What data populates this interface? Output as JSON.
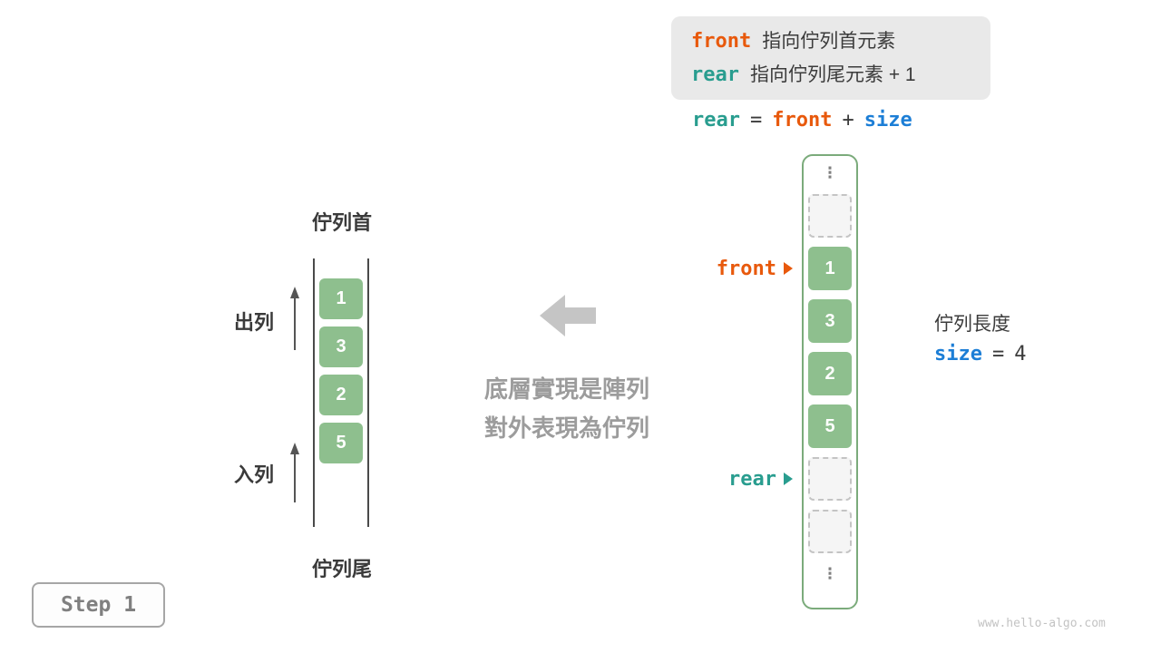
{
  "legend": {
    "front_label": "front",
    "front_desc": "指向佇列首元素",
    "rear_label": "rear",
    "rear_desc": "指向佇列尾元素 + 1"
  },
  "formula": {
    "rear": "rear",
    "equals": "=",
    "front": "front",
    "plus": "+",
    "size": "size"
  },
  "abstract_queue": {
    "head_label": "佇列首",
    "tail_label": "佇列尾",
    "dequeue_label": "出列",
    "enqueue_label": "入列",
    "values": [
      "1",
      "3",
      "2",
      "5"
    ]
  },
  "middle_caption": {
    "line1": "底層實現是陣列",
    "line2": "對外表現為佇列"
  },
  "array": {
    "ellipsis": "⋮",
    "values": [
      "1",
      "3",
      "2",
      "5"
    ],
    "front_pointer_label": "front",
    "rear_pointer_label": "rear"
  },
  "size_info": {
    "title": "佇列長度",
    "label": "size",
    "equals": "=",
    "value": "4"
  },
  "step_label": "Step 1",
  "watermark": "www.hello-algo.com",
  "colors": {
    "front_orange": "#e8590c",
    "rear_teal": "#299d8f",
    "size_blue": "#1c7ed6",
    "cell_green": "#8ebf8e",
    "array_border_green": "#7bab7b",
    "caption_gray": "#9c9c9c",
    "legend_bg": "#e9e9e9"
  }
}
